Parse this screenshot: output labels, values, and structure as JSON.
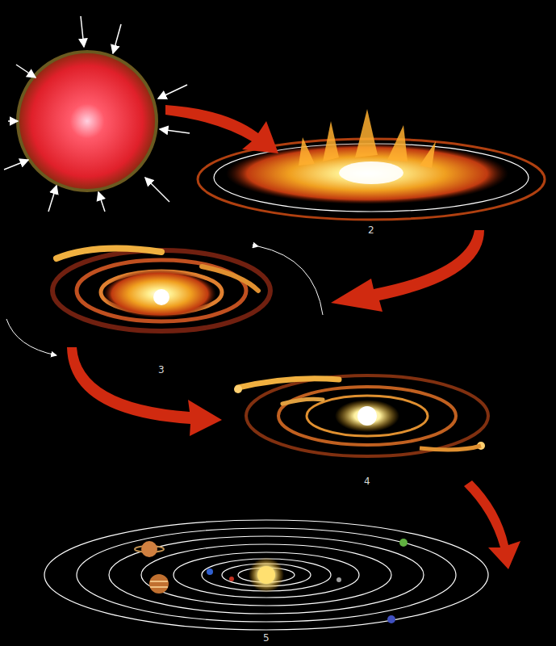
{
  "diagram": {
    "labels": [
      "2",
      "3",
      "4",
      "5"
    ]
  }
}
